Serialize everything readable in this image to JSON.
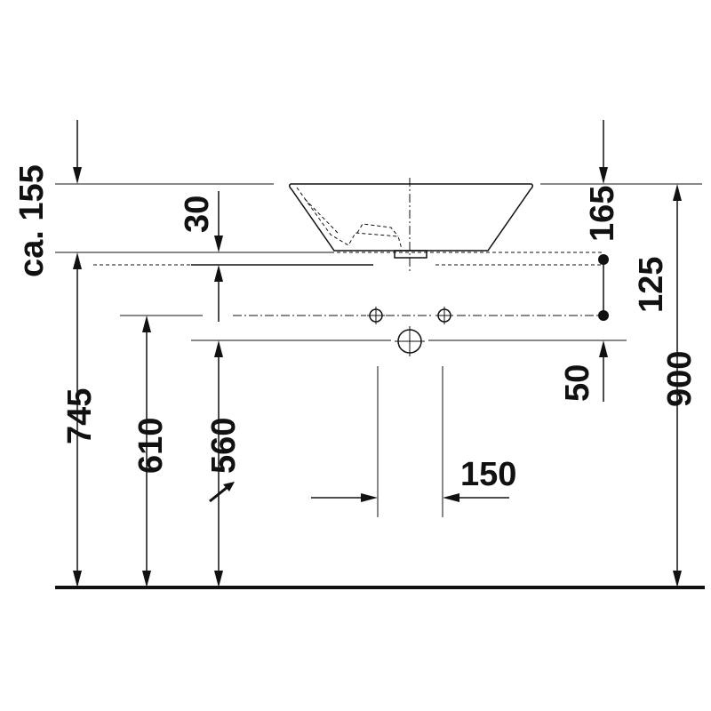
{
  "dimensions": {
    "ca155": "ca. 155",
    "d30": "30",
    "d165": "165",
    "d125": "125",
    "d50": "50",
    "d745": "745",
    "d610": "610",
    "d560": "560",
    "d900": "900",
    "d150": "150"
  },
  "colors": {
    "line": "#111111",
    "background": "#ffffff"
  }
}
